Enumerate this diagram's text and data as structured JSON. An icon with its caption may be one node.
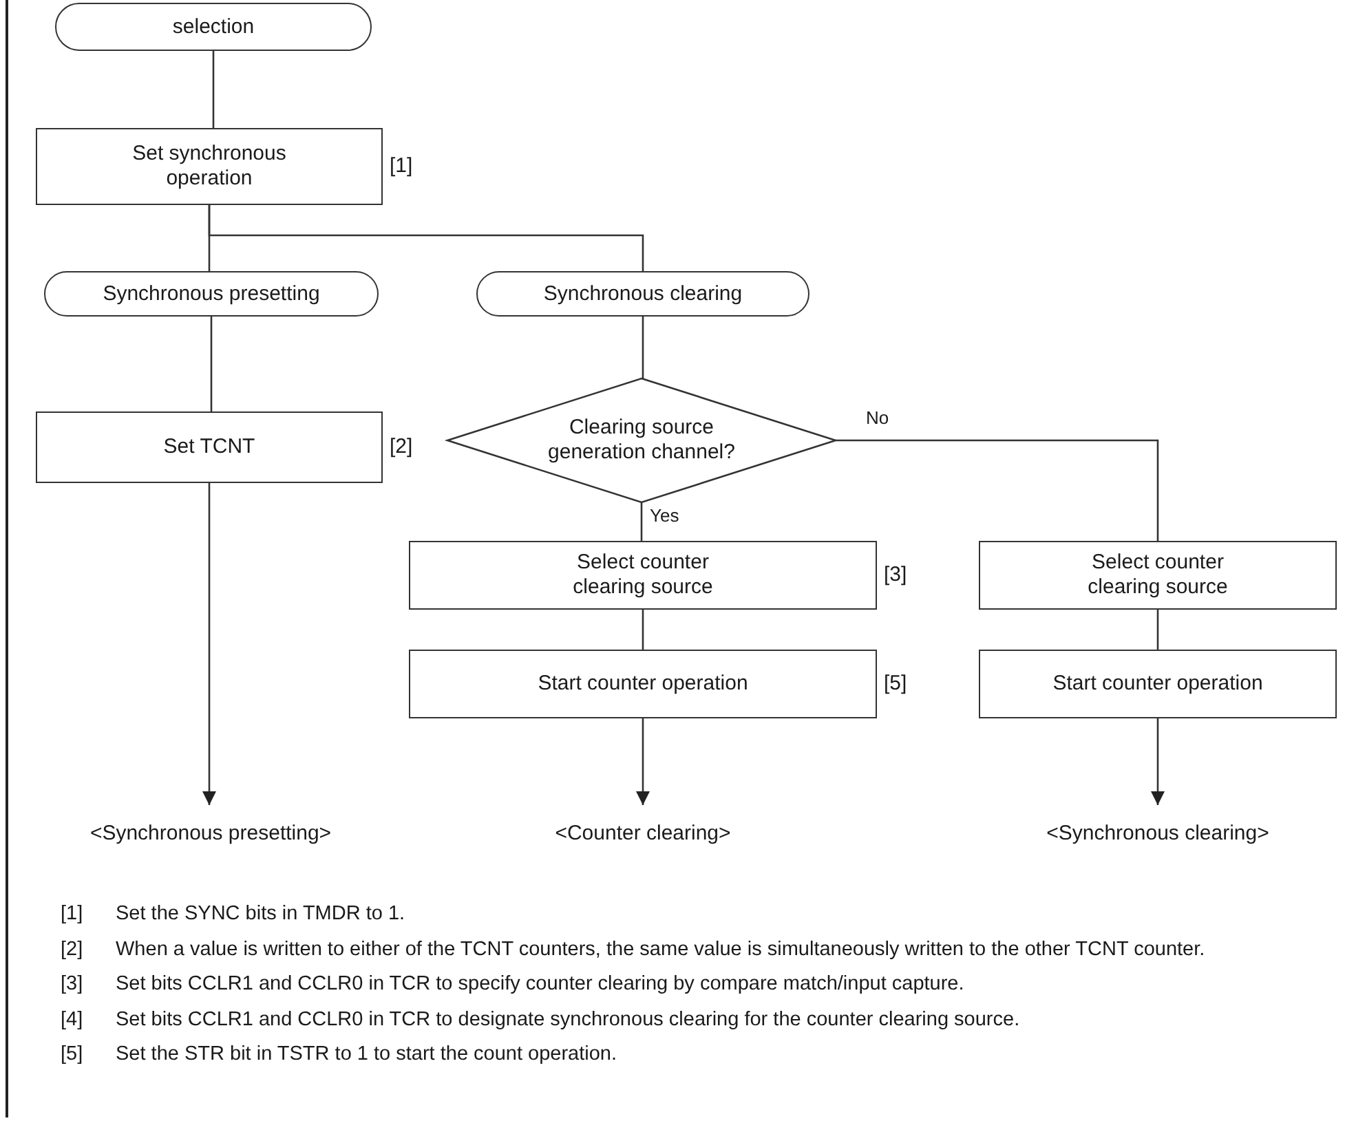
{
  "diagram": {
    "nodes": [
      {
        "text": [
          "selection"
        ]
      },
      {
        "text": [
          "Set synchronous operation"
        ],
        "beside": [
          "[1]"
        ]
      },
      {
        "text": [
          "Synchronous presetting"
        ]
      },
      {
        "text": [
          "Synchronous clearing"
        ]
      },
      {
        "text": [
          "Clearing source generation channel?"
        ]
      },
      {
        "text": [
          "Set TCNT"
        ],
        "beside": [
          "[2]"
        ]
      },
      {
        "text": [
          "Select counter clearing source"
        ],
        "beside": [
          "[3]"
        ]
      },
      {
        "text": [
          "Start counter operation"
        ],
        "beside": [
          "[5]"
        ]
      },
      {
        "text": [
          "Select counter clearing source"
        ]
      },
      {
        "text": [
          "Start counter operation"
        ]
      },
      {
        "text": [
          "<Synchronous presetting>"
        ]
      },
      {
        "text": [
          "<Counter clearing>"
        ]
      },
      {
        "text": [
          "<Synchronous clearing>"
        ]
      }
    ],
    "edges": [
      {
        "from": 0,
        "to": 1,
        "arrow": "none"
      },
      {
        "from": 1,
        "to": 2,
        "arrow": "none"
      },
      {
        "from": 1,
        "to": 3,
        "arrow": "none"
      },
      {
        "from": 3,
        "to": 4,
        "arrow": "none"
      },
      {
        "from": 4,
        "to": 6,
        "arrow": "none",
        "label": "Yes"
      },
      {
        "from": 4,
        "to": 8,
        "arrow": "none",
        "label": "No"
      },
      {
        "from": 6,
        "to": 7,
        "arrow": "none"
      },
      {
        "from": 7,
        "to": 11,
        "arrow": "to"
      },
      {
        "from": 2,
        "to": 5,
        "arrow": "none"
      },
      {
        "from": 5,
        "to": 10,
        "arrow": "to"
      },
      {
        "from": 8,
        "to": 9,
        "arrow": "none"
      },
      {
        "from": 9,
        "to": 12,
        "arrow": "to"
      }
    ],
    "labels": [
      "[1]",
      "Set the SYNC bits in TMDR to 1.",
      "[2]",
      "When a value is written to either of the TCNT counters, the same value is simultaneously written to the other TCNT counter.",
      "[3]",
      "Set bits CCLR1 and CCLR0 in TCR to specify counter clearing by compare match/input capture.",
      "[4]",
      "Set bits CCLR1 and CCLR0 in TCR to designate synchronous clearing for the counter clearing source.",
      "[5]",
      "Set the STR bit in TSTR to 1 to start the count operation."
    ]
  }
}
